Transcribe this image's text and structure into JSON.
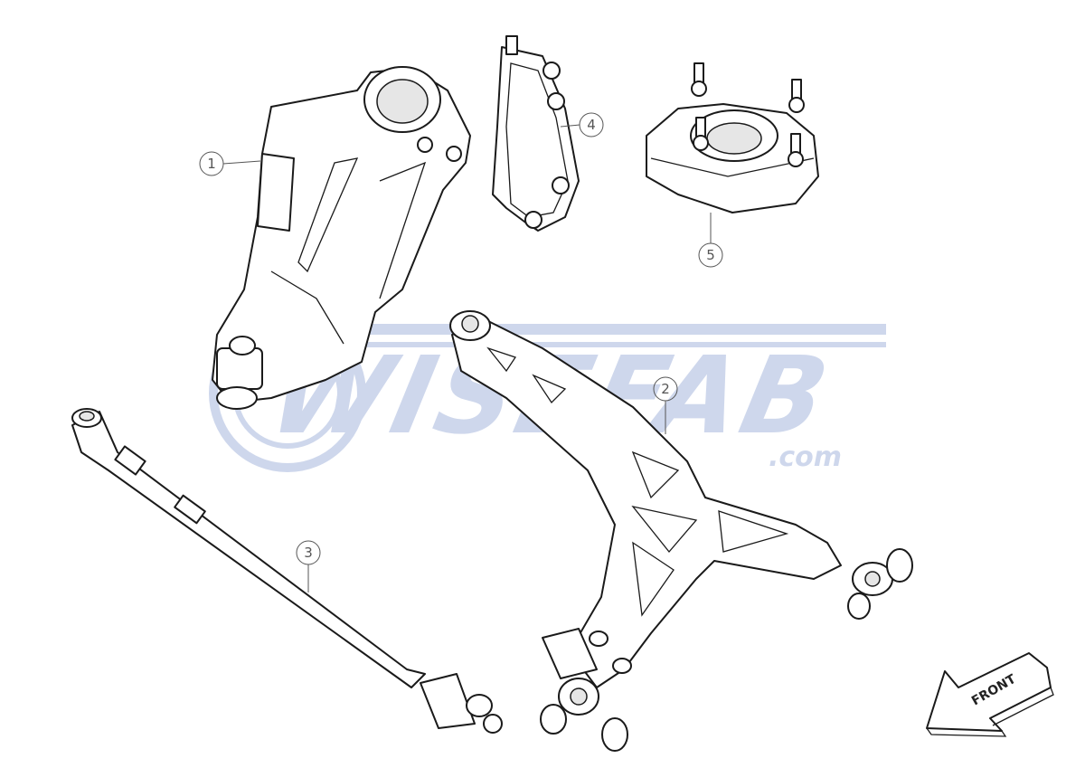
{
  "watermark": {
    "brand": "WISEFAB",
    "domain": ".com",
    "color": "#c9d3ea"
  },
  "callouts": [
    {
      "id": 1,
      "label": "1"
    },
    {
      "id": 2,
      "label": "2"
    },
    {
      "id": 3,
      "label": "3"
    },
    {
      "id": 4,
      "label": "4"
    },
    {
      "id": 5,
      "label": "5"
    }
  ],
  "direction_arrow": {
    "label": "FRONT"
  },
  "colors": {
    "line": "#1a1a1a",
    "callout": "#555555",
    "background": "#ffffff"
  }
}
